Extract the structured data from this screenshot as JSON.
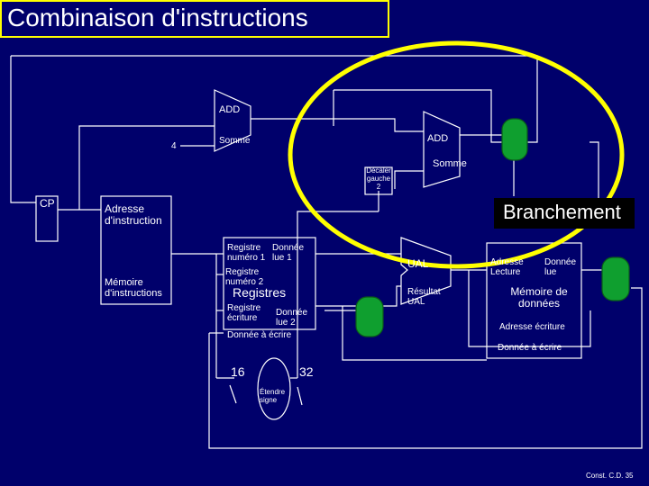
{
  "title": "Combinaison d'instructions",
  "labels": {
    "add_top": "ADD",
    "add_branch": "ADD",
    "four": "4",
    "somme_left": "Somme",
    "somme_right": "Somme",
    "shift_left": "Décaler gauche 2",
    "cp": "CP",
    "instr_address": "Adresse d'instruction",
    "instr_memory": "Mémoire d'instructions",
    "read_reg1": "Registre numéro 1",
    "read_data1": "Donnée lue 1",
    "read_reg2": "Registre numéro 2",
    "registers": "Registres",
    "write_reg": "Registre écriture",
    "read_data2": "Donnée lue 2",
    "write_data": "Donnée à écrire",
    "ual": "UAL",
    "ual_result": "Résultat UAL",
    "mem_address": "Adresse Lecture",
    "mem_read_data": "Donnée lue",
    "data_memory": "Mémoire de données",
    "mem_write_address": "Adresse écriture",
    "mem_write_data": "Donnée à écrire",
    "sixteen": "16",
    "thirtytwo": "32",
    "sign_extend": "Étendre signe",
    "branch": "Branchement",
    "footer": "Const. C.D. 35"
  },
  "colors": {
    "background": "#00006b",
    "wire": "#ffffff",
    "highlight": "#ffff00",
    "mux": "#0f9f2f",
    "branch_box": "#000000"
  }
}
